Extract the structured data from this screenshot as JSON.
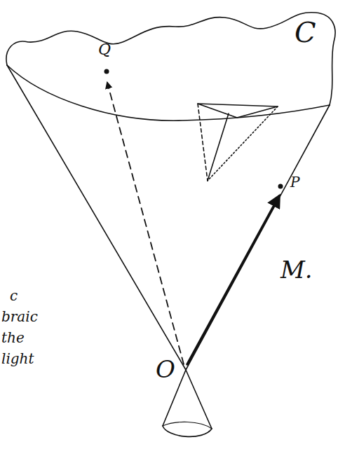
{
  "diagram": {
    "labels": [
      "C",
      "Q",
      "P",
      "O",
      "M.",
      "c",
      "braic",
      "the",
      "light"
    ]
  }
}
